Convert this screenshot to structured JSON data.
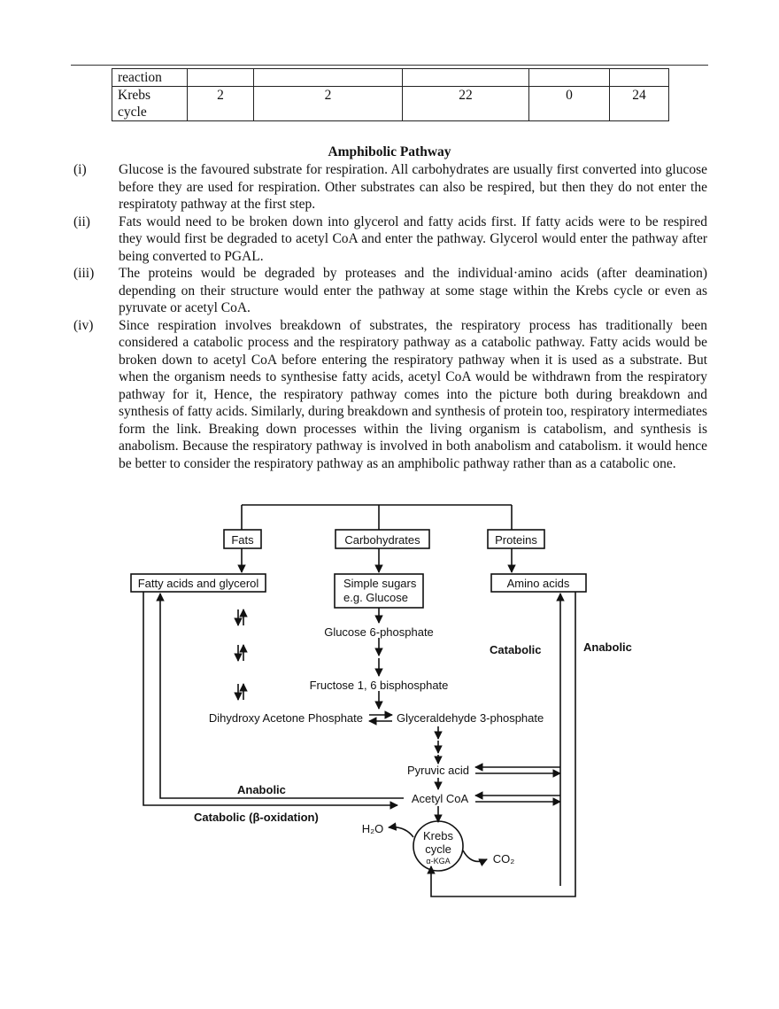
{
  "table": {
    "rows": [
      [
        "reaction",
        "",
        "",
        "",
        "",
        ""
      ],
      [
        "Krebs cycle",
        "2",
        "2",
        "22",
        "0",
        "24"
      ]
    ]
  },
  "heading": "Amphibolic Pathway",
  "points": [
    {
      "num": "(i)",
      "text": "Glucose is the favoured substrate for respiration. All carbohydrates are usually first converted into glucose before they are used for respiration. Other substrates can also be respired, but then they do not enter the respiratoty pathway at the first step."
    },
    {
      "num": "(ii)",
      "text": "Fats would need to be broken down into glycerol and fatty acids first. If fatty acids were to be respired they would first be degraded to acetyl CoA and enter the pathway. Glycerol would enter the pathway after being converted to PGAL."
    },
    {
      "num": "(iii)",
      "text": "The proteins would be degraded by proteases and the individual·amino acids (after deamination) depending on their structure would enter the pathway at some stage within the Krebs cycle or even as pyruvate or acetyl CoA."
    },
    {
      "num": "(iv)",
      "text": "Since respiration involves breakdown of substrates, the respiratory process has traditionally been considered a catabolic process and the respiratory pathway as a catabolic pathway. Fatty acids would be broken down to acetyl CoA before entering the respiratory pathway when it is used as a substrate. But when the organism needs to synthesise fatty acids, acetyl CoA would be withdrawn from the respiratory pathway for it, Hence, the respiratory pathway comes into the picture both during breakdown and synthesis of fatty acids. Similarly, during breakdown and synthesis of protein too, respiratory intermediates form the link. Breaking down processes within the living organism is catabolism, and synthesis is anabolism. Because the respiratory pathway is involved in both anabolism and catabolism. it would hence be better to consider the respiratory pathway as an amphibolic pathway rather than as a catabolic one."
    }
  ],
  "diagram": {
    "fats": "Fats",
    "carbohydrates": "Carbohydrates",
    "proteins": "Proteins",
    "fatty_acids": "Fatty acids and glycerol",
    "simple_sugars_1": "Simple sugars",
    "simple_sugars_2": "e.g. Glucose",
    "amino_acids": "Amino acids",
    "glucose6p": "Glucose 6-phosphate",
    "fructose": "Fructose 1, 6 bisphosphate",
    "dhap": "Dihydroxy Acetone Phosphate",
    "g3p": "Glyceraldehyde 3-phosphate",
    "pyruvic": "Pyruvic acid",
    "acetyl": "Acetyl CoA",
    "krebs_1": "Krebs",
    "krebs_2": "cycle",
    "akga": "α-KGA",
    "h2o": "H₂O",
    "co2": "CO₂",
    "catabolic": "Catabolic",
    "anabolic_right": "Anabolic",
    "anabolic_left": "Anabolic",
    "catabolic_beta": "Catabolic (β-oxidation)"
  }
}
